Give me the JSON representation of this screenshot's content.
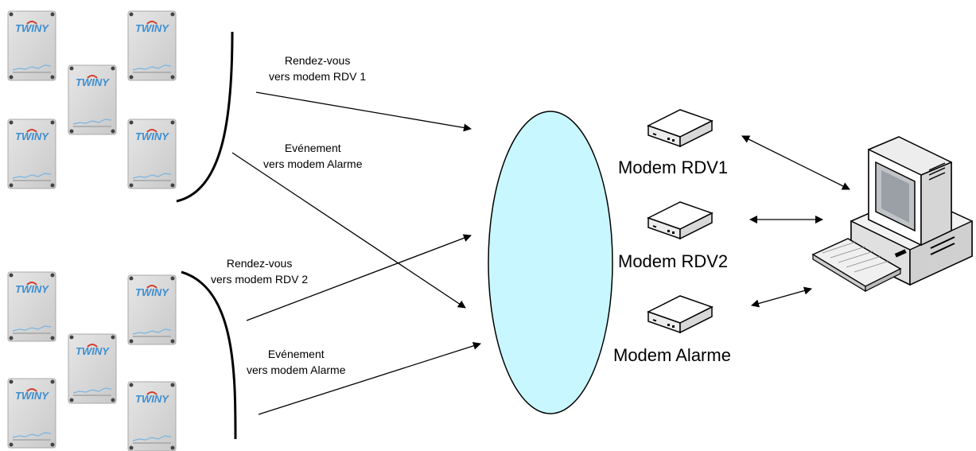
{
  "devices": {
    "brand_label": "TWINY",
    "count": 10
  },
  "arrows": {
    "rdv1": [
      "Rendez-vous",
      "vers modem RDV 1"
    ],
    "event_top": [
      "Evénement",
      "vers modem Alarme"
    ],
    "rdv2": [
      "Rendez-vous",
      "vers modem RDV 2"
    ],
    "event_bottom": [
      "Evénement",
      "vers modem Alarme"
    ]
  },
  "modems": [
    {
      "label": "Modem RDV1"
    },
    {
      "label": "Modem RDV2"
    },
    {
      "label": "Modem Alarme"
    }
  ],
  "colors": {
    "network_fill": "#c8f7ff",
    "device_body": "#d9d9d9",
    "brand_blue": "#3d8ecf",
    "brand_red": "#d23a2a",
    "line": "#000000"
  }
}
